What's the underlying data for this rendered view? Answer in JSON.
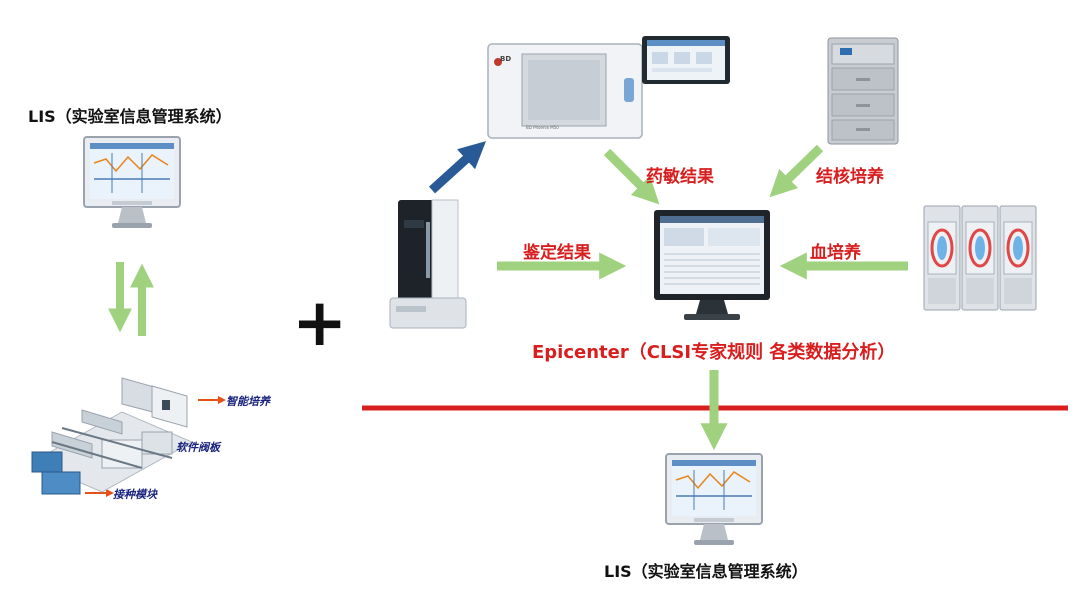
{
  "labels": {
    "lis_top": "LIS（实验室信息管理系统）",
    "lis_bottom": "LIS（实验室信息管理系统）",
    "plus": "+",
    "ast_result": "药敏结果",
    "tb_culture": "结核培养",
    "id_result": "鉴定结果",
    "blood_culture": "血培养",
    "epicenter": "Epicenter（CLSI专家规则 各类数据分析）",
    "smart_culture": "智能培养",
    "software_valve": "软件阀板",
    "inoculation_module": "接种模块"
  },
  "device_text": {
    "phoenix_brand": "BD",
    "phoenix_model": "BD Phoenix M50"
  },
  "colors": {
    "arrow_green": "#9fd17e",
    "arrow_blue": "#2a5a96",
    "divider_red": "#d81e1e",
    "label_red": "#d81e1e",
    "orange_arrow": "#e8501a",
    "navy_text": "#1a237e"
  }
}
